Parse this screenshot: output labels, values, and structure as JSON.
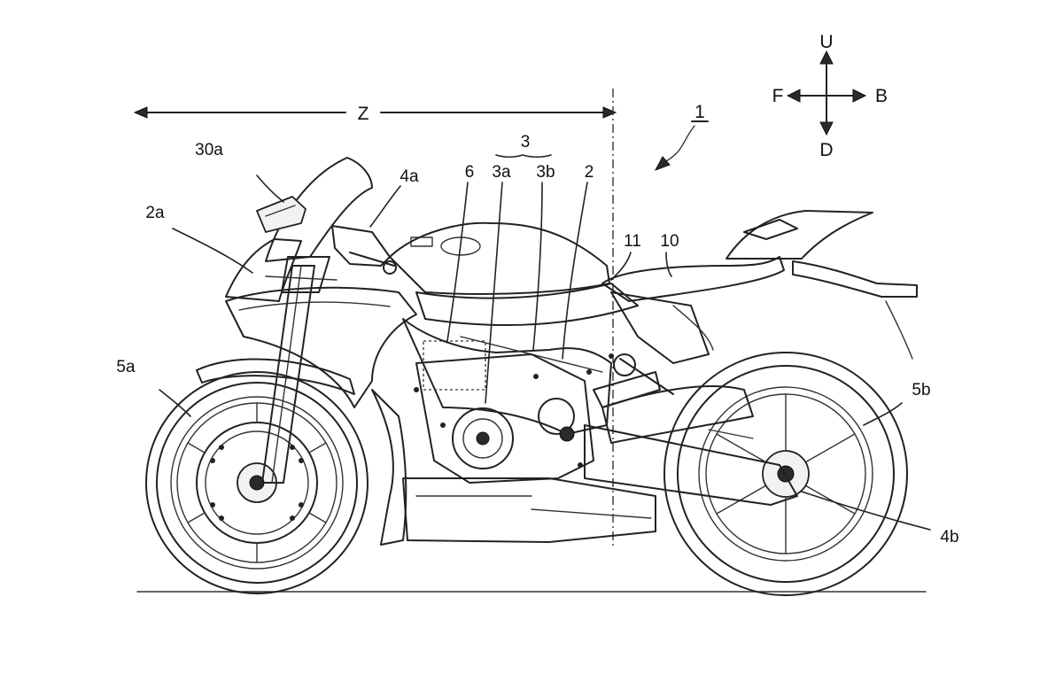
{
  "figure": {
    "ref_main": "1",
    "dimension_label": "Z",
    "directions": {
      "up": "U",
      "down": "D",
      "front": "F",
      "back": "B"
    },
    "labels": {
      "l_30a": "30a",
      "l_2a": "2a",
      "l_4a": "4a",
      "l_6": "6",
      "l_3": "3",
      "l_3a": "3a",
      "l_3b": "3b",
      "l_2": "2",
      "l_11": "11",
      "l_10": "10",
      "l_5a": "5a",
      "l_5b": "5b",
      "l_4b": "4b"
    },
    "colors": {
      "ink": "#222222",
      "background": "#ffffff"
    }
  }
}
